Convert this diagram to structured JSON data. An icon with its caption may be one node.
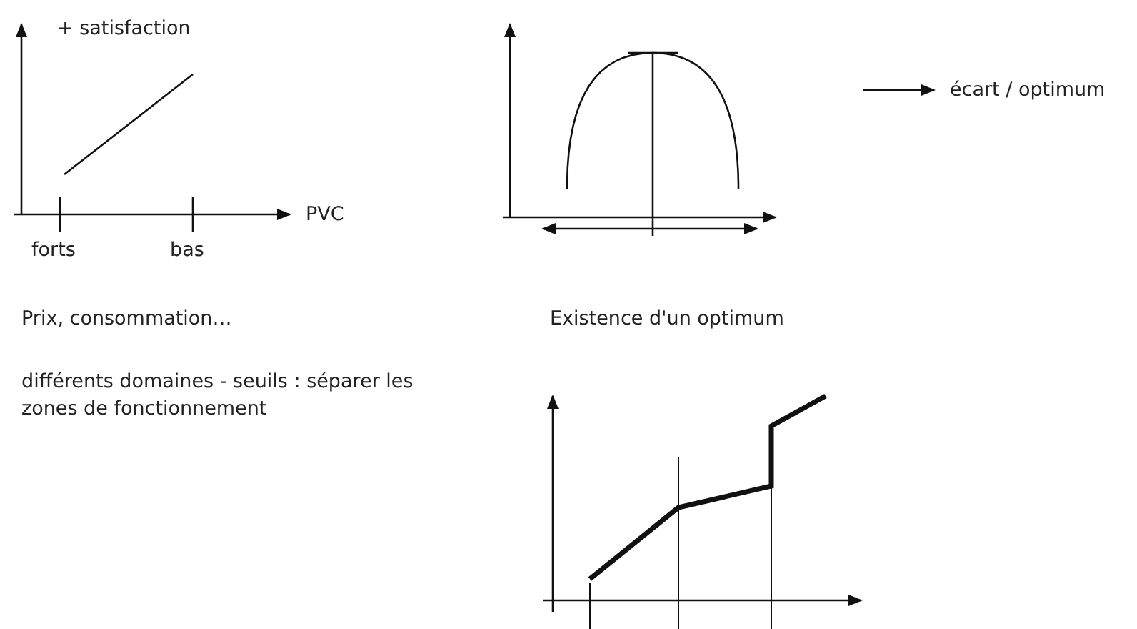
{
  "diagram": {
    "labels": [
      "+ satisfaction",
      "PVC",
      "forts",
      "bas",
      "Prix, consommation…",
      "écart / optimum",
      "Existence d'un optimum",
      "différents domaines - seuils : séparer les zones de fonctionnement"
    ]
  }
}
